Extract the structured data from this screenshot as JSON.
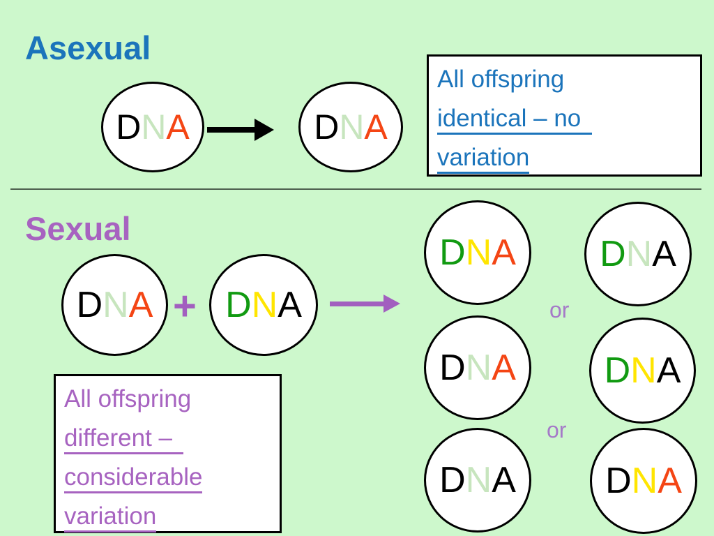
{
  "colors": {
    "background": "#cdf8cc",
    "blue": "#1b74bb",
    "purple": "#a763c0",
    "or_purple": "#a57ac8",
    "arrow_purple": "#a25fbf",
    "arrow_black": "#000000",
    "divider": "#4e604e",
    "letter_black": "#000000",
    "letter_pale_green": "#c7e5be",
    "letter_red": "#f44514",
    "letter_green": "#119a11",
    "letter_yellow": "#ffe500"
  },
  "asexual": {
    "title": "Asexual",
    "parent": {
      "letters": [
        {
          "char": "D",
          "color": "#000000"
        },
        {
          "char": "N",
          "color": "#c7e5be"
        },
        {
          "char": "A",
          "color": "#f44514"
        }
      ]
    },
    "offspring": {
      "letters": [
        {
          "char": "D",
          "color": "#000000"
        },
        {
          "char": "N",
          "color": "#c7e5be"
        },
        {
          "char": "A",
          "color": "#f44514"
        }
      ]
    },
    "note": {
      "lines": [
        {
          "text": "All offspring"
        },
        {
          "text": "identical – no"
        },
        {
          "text": "variation"
        }
      ]
    }
  },
  "sexual": {
    "title": "Sexual",
    "plus": "+",
    "or_label": "or",
    "parent1": {
      "letters": [
        {
          "char": "D",
          "color": "#000000"
        },
        {
          "char": "N",
          "color": "#c7e5be"
        },
        {
          "char": "A",
          "color": "#f44514"
        }
      ]
    },
    "parent2": {
      "letters": [
        {
          "char": "D",
          "color": "#119a11"
        },
        {
          "char": "N",
          "color": "#ffe500"
        },
        {
          "char": "A",
          "color": "#000000"
        }
      ]
    },
    "note": {
      "lines": [
        {
          "text": "All offspring"
        },
        {
          "text": "different –"
        },
        {
          "text": "considerable"
        },
        {
          "text": "variation"
        }
      ]
    },
    "offspring": [
      {
        "letters": [
          {
            "char": "D",
            "color": "#119a11"
          },
          {
            "char": "N",
            "color": "#ffe500"
          },
          {
            "char": "A",
            "color": "#f44514"
          }
        ]
      },
      {
        "letters": [
          {
            "char": "D",
            "color": "#119a11"
          },
          {
            "char": "N",
            "color": "#c7e5be"
          },
          {
            "char": "A",
            "color": "#000000"
          }
        ]
      },
      {
        "letters": [
          {
            "char": "D",
            "color": "#000000"
          },
          {
            "char": "N",
            "color": "#c7e5be"
          },
          {
            "char": "A",
            "color": "#f44514"
          }
        ]
      },
      {
        "letters": [
          {
            "char": "D",
            "color": "#119a11"
          },
          {
            "char": "N",
            "color": "#ffe500"
          },
          {
            "char": "A",
            "color": "#000000"
          }
        ]
      },
      {
        "letters": [
          {
            "char": "D",
            "color": "#000000"
          },
          {
            "char": "N",
            "color": "#c7e5be"
          },
          {
            "char": "A",
            "color": "#000000"
          }
        ]
      },
      {
        "letters": [
          {
            "char": "D",
            "color": "#000000"
          },
          {
            "char": "N",
            "color": "#ffe500"
          },
          {
            "char": "A",
            "color": "#f44514"
          }
        ]
      }
    ]
  }
}
